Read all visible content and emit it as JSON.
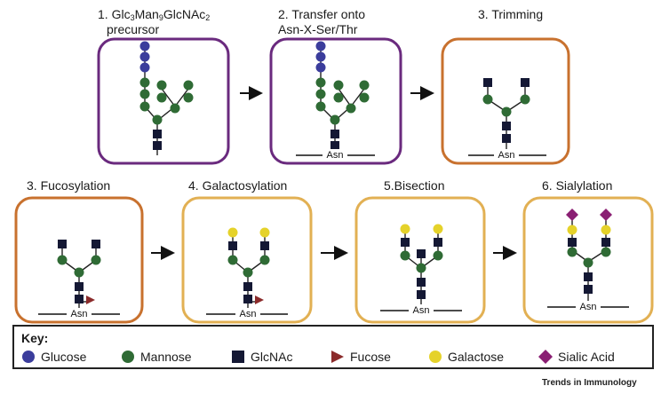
{
  "steps": [
    {
      "title_l1_pre": "1. Glc",
      "sub1": "3",
      "mid1": "Man",
      "sub2": "9",
      "mid2": "GlcNAc",
      "sub3": "2",
      "title_l2": "precursor",
      "anchor": ""
    },
    {
      "title_l1": "2. Transfer onto",
      "title_l2": "Asn-X-Ser/Thr",
      "anchor": "Asn"
    },
    {
      "title_l1": "3. Trimming",
      "anchor": "Asn"
    },
    {
      "title_l1": "3. Fucosylation",
      "anchor": "Asn"
    },
    {
      "title_l1": "4. Galactosylation",
      "anchor": "Asn"
    },
    {
      "title_l1": "5.Bisection",
      "anchor": "Asn"
    },
    {
      "title_l1": "6. Sialylation",
      "anchor": "Asn"
    }
  ],
  "key": {
    "title": "Key:",
    "items": [
      {
        "label": "Glucose",
        "icon": "circle",
        "color": "#3b3d9c"
      },
      {
        "label": "Mannose",
        "icon": "circle",
        "color": "#2f6b35"
      },
      {
        "label": "GlcNAc",
        "icon": "square",
        "color": "#141834"
      },
      {
        "label": "Fucose",
        "icon": "triangle",
        "color": "#8b2b2b"
      },
      {
        "label": "Galactose",
        "icon": "circle",
        "color": "#e5d22a"
      },
      {
        "label": "Sialic Acid",
        "icon": "diamond",
        "color": "#8a1f73"
      }
    ]
  },
  "colors": {
    "purple_frame": "#6a2a7e",
    "orange_frame": "#c8712e",
    "gold_frame": "#e2b053",
    "glucose": "#3b3d9c",
    "mannose": "#2f6b35",
    "glcnac": "#141834",
    "fucose": "#8b2b2b",
    "galactose": "#e5d22a",
    "sialic": "#8a1f73"
  },
  "journal": "Trends in Immunology"
}
